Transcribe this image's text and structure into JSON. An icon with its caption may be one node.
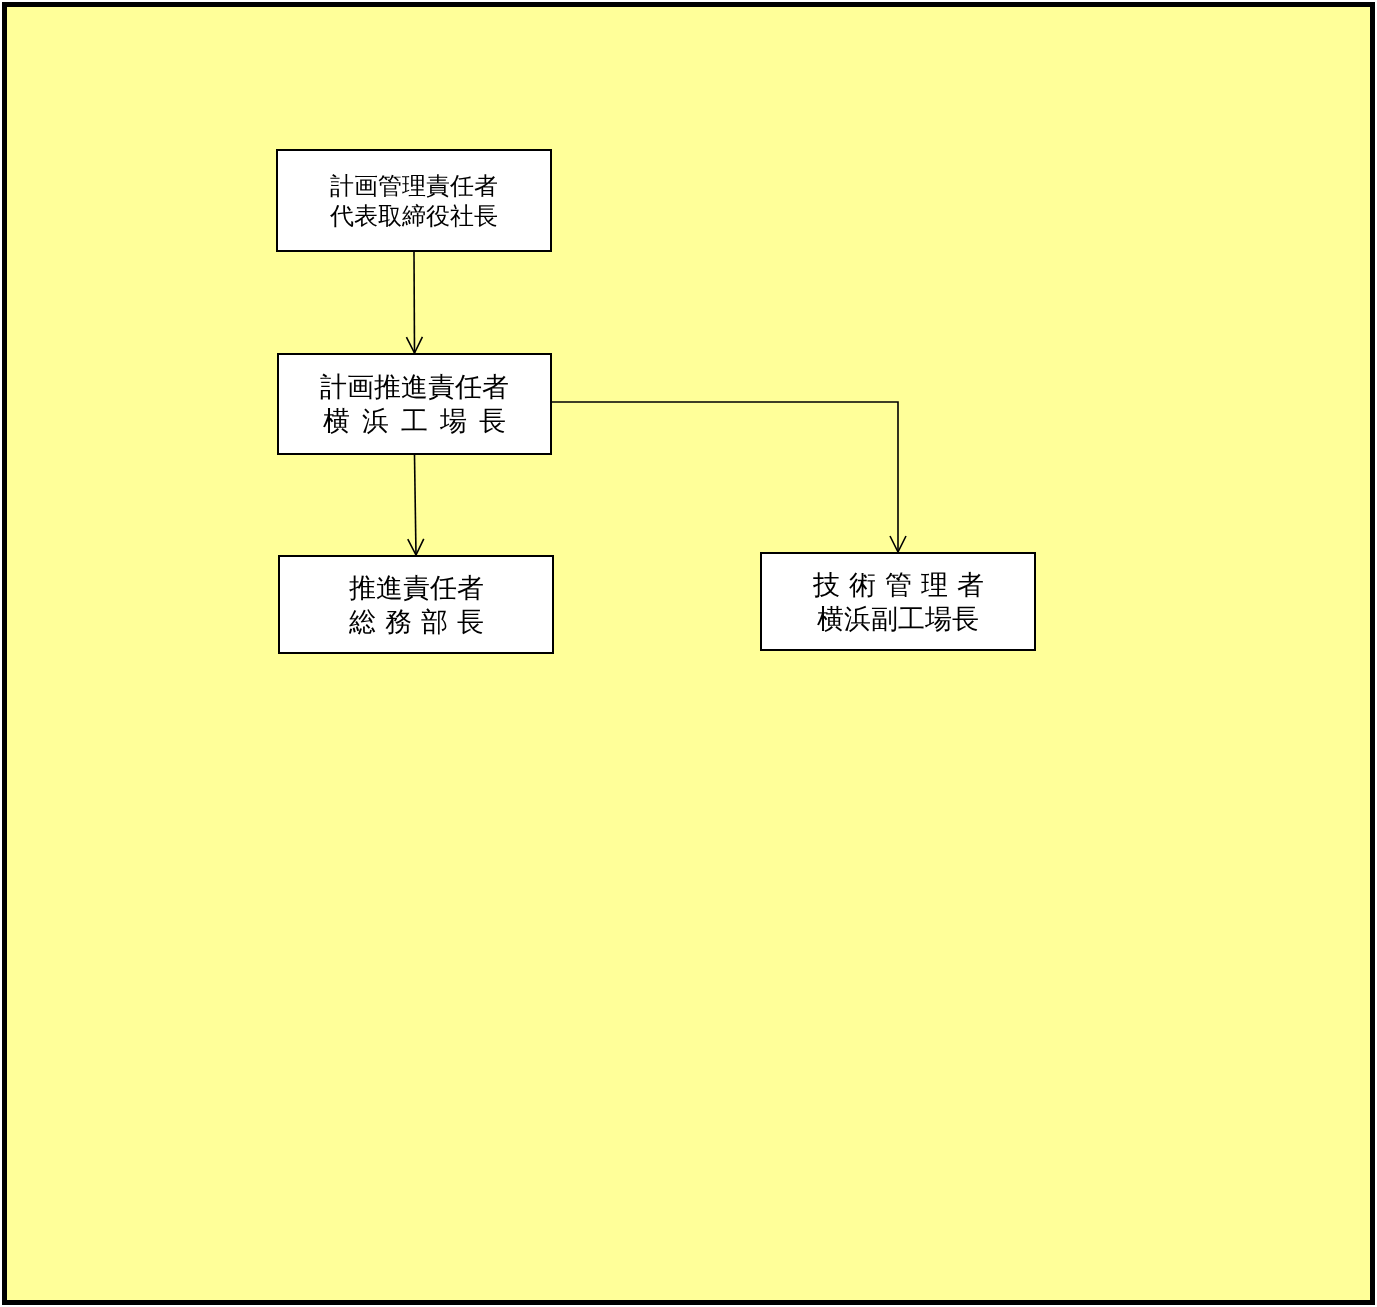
{
  "diagram": {
    "nodes": [
      {
        "text": [
          "計画管理責任者",
          "代表取締役社長"
        ]
      },
      {
        "text": [
          "計画推進責任者",
          "横浜工場長"
        ]
      },
      {
        "text": [
          "推進責任者",
          "総務部長"
        ]
      },
      {
        "text": [
          "技術管理者",
          "横浜副工場長"
        ]
      }
    ],
    "edges": [
      {
        "from": 0,
        "to": 1,
        "arrow": "to"
      },
      {
        "from": 1,
        "to": 2,
        "arrow": "to"
      },
      {
        "from": 1,
        "to": 3,
        "arrow": "to"
      }
    ]
  }
}
